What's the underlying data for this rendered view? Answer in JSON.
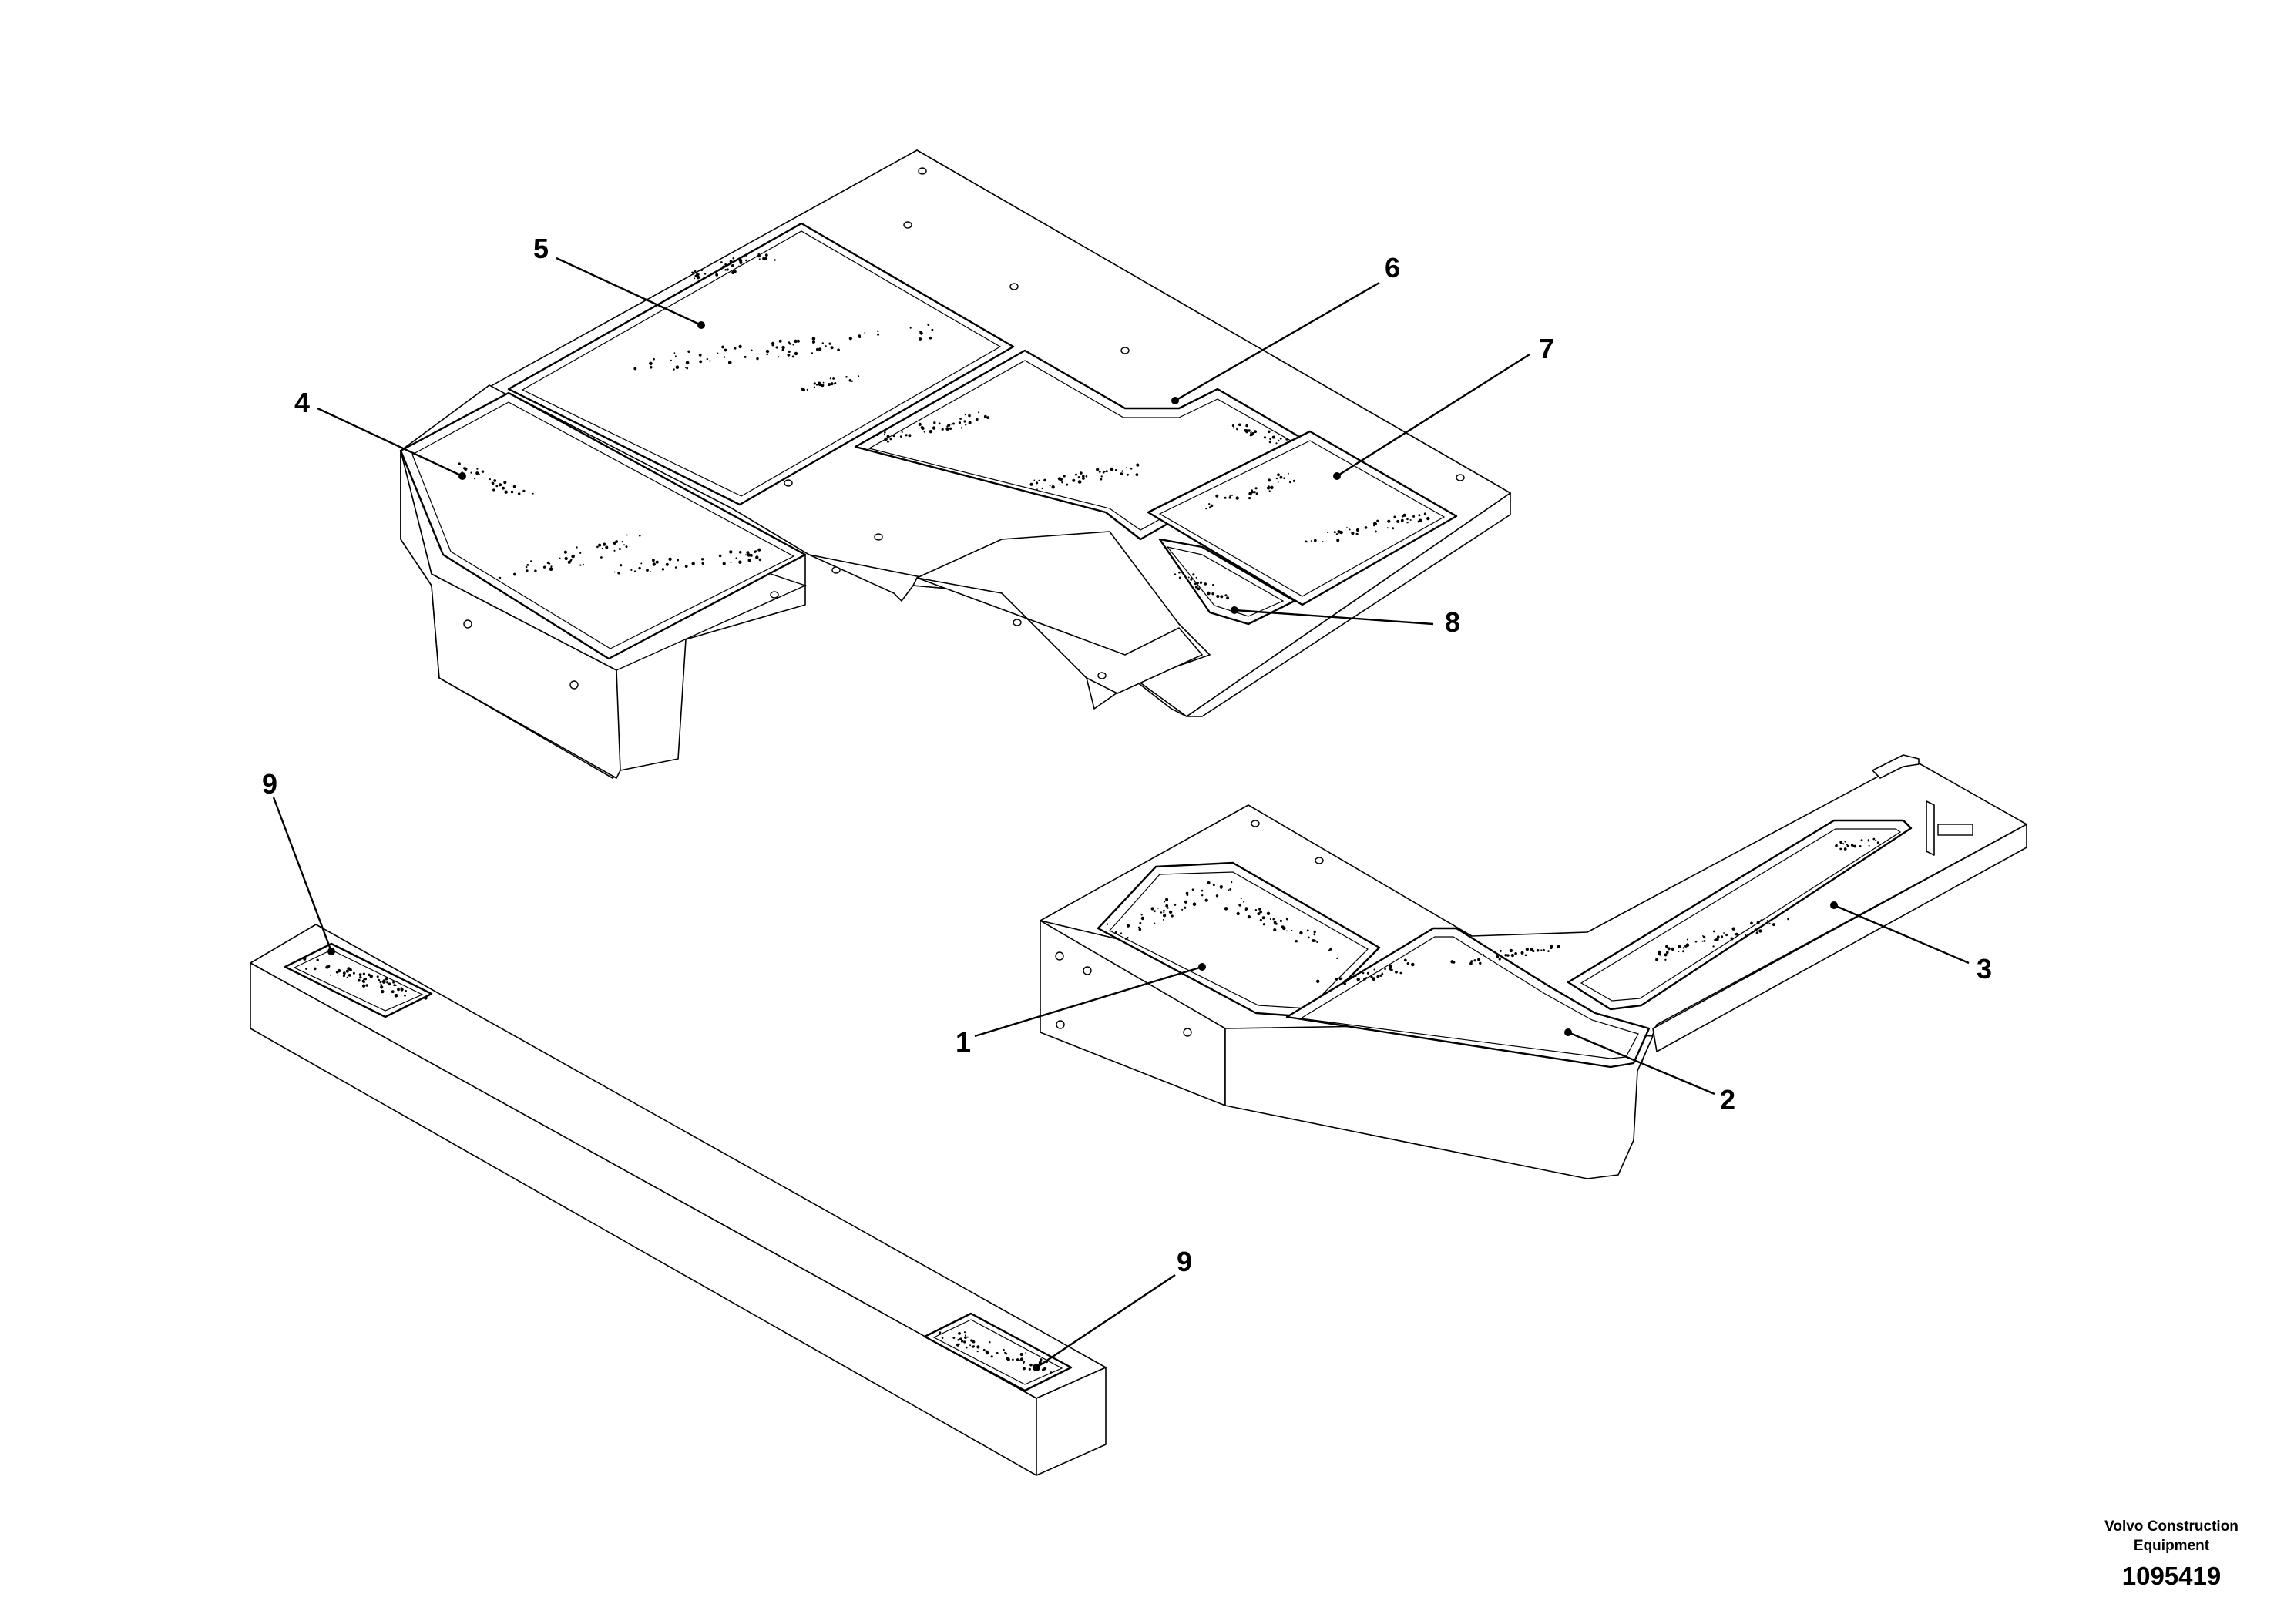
{
  "callouts": [
    {
      "label": "1"
    },
    {
      "label": "2"
    },
    {
      "label": "3"
    },
    {
      "label": "4"
    },
    {
      "label": "5"
    },
    {
      "label": "6"
    },
    {
      "label": "7"
    },
    {
      "label": "8"
    },
    {
      "label": "9"
    },
    {
      "label": "9"
    }
  ],
  "footer": {
    "company_line1": "Volvo Construction",
    "company_line2": "Equipment",
    "drawing_number": "1095419"
  }
}
